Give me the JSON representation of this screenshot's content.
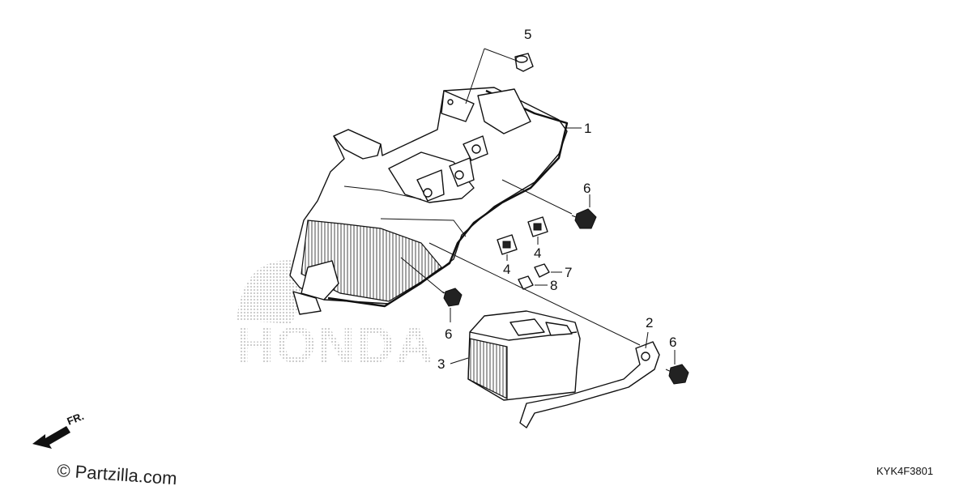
{
  "diagram": {
    "callouts": [
      {
        "id": "c5",
        "label": "5"
      },
      {
        "id": "c1",
        "label": "1"
      },
      {
        "id": "c6a",
        "label": "6"
      },
      {
        "id": "c4a",
        "label": "4"
      },
      {
        "id": "c4b",
        "label": "4"
      },
      {
        "id": "c7",
        "label": "7"
      },
      {
        "id": "c8",
        "label": "8"
      },
      {
        "id": "c6b",
        "label": "6"
      },
      {
        "id": "c2",
        "label": "2"
      },
      {
        "id": "c6c",
        "label": "6"
      },
      {
        "id": "c3",
        "label": "3"
      }
    ],
    "direction_label": "FR.",
    "copyright": "© Partzilla.com",
    "diagram_code": "KYK4F3801",
    "watermark": "HONDA"
  },
  "colors": {
    "ink": "#111111",
    "watermark": "#e2e2e2",
    "background": "#ffffff"
  }
}
